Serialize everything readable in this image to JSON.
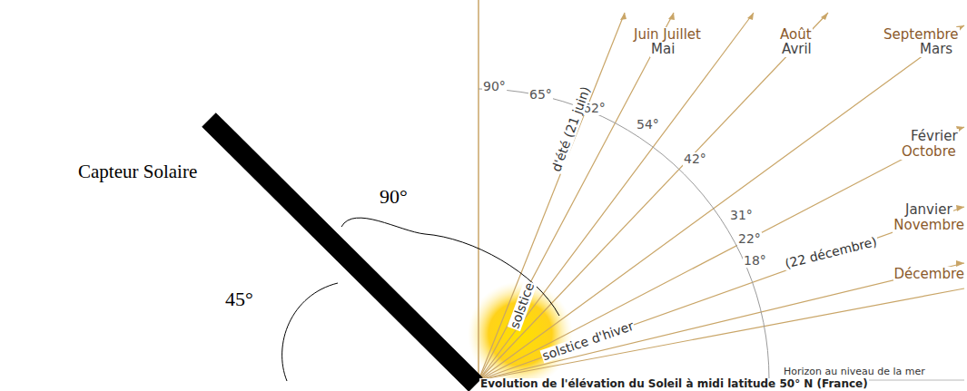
{
  "diagram": {
    "caption": "Evolution de l'élévation du Soleil à midi latitude 50° N (France)",
    "labels": [
      "Capteur Solaire",
      "90°",
      "45°",
      "Juin Juillet",
      "Mai",
      "Août",
      "Avril",
      "Septembre",
      "Mars",
      "Février",
      "Octobre",
      "Janvier",
      "Novembre",
      "Décembre",
      "90°",
      "65°",
      "62°",
      "54°",
      "42°",
      "31°",
      "22°",
      "18°",
      "solstice",
      "d'été (21 juin)",
      "solstice d'hiver",
      "(22 décembre)",
      "Horizon au niveau de la mer"
    ]
  }
}
